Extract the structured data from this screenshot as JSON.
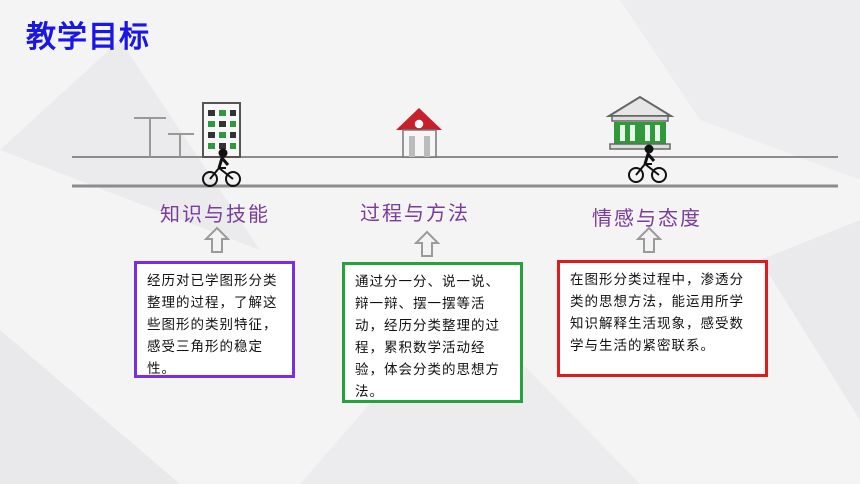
{
  "slide": {
    "title": "教学目标",
    "colors": {
      "title": "#1a16e6",
      "heading": "#7a3b9a",
      "box1_border": "#7b2ee0",
      "box2_border": "#23a33a",
      "box3_border": "#e01b1b",
      "road": "#8c8c8c"
    },
    "icons": [
      "street-lamp-icon",
      "building-icon",
      "cyclist-icon",
      "house-icon",
      "bank-icon"
    ],
    "goals": [
      {
        "heading": "知识与技能",
        "text": "经历对已学图形分类整理的过程，了解这些图形的类别特征，感受三角形的稳定性。"
      },
      {
        "heading": "过程与方法",
        "text": "通过分一分、说一说、辩一辩、摆一摆等活动，经历分类整理的过程，累积数学活动经验，体会分类的思想方法。"
      },
      {
        "heading": "情感与态度",
        "text": "在图形分类过程中，渗透分类的思想方法，能运用所学知识解释生活现象，感受数学与生活的紧密联系。"
      }
    ]
  }
}
